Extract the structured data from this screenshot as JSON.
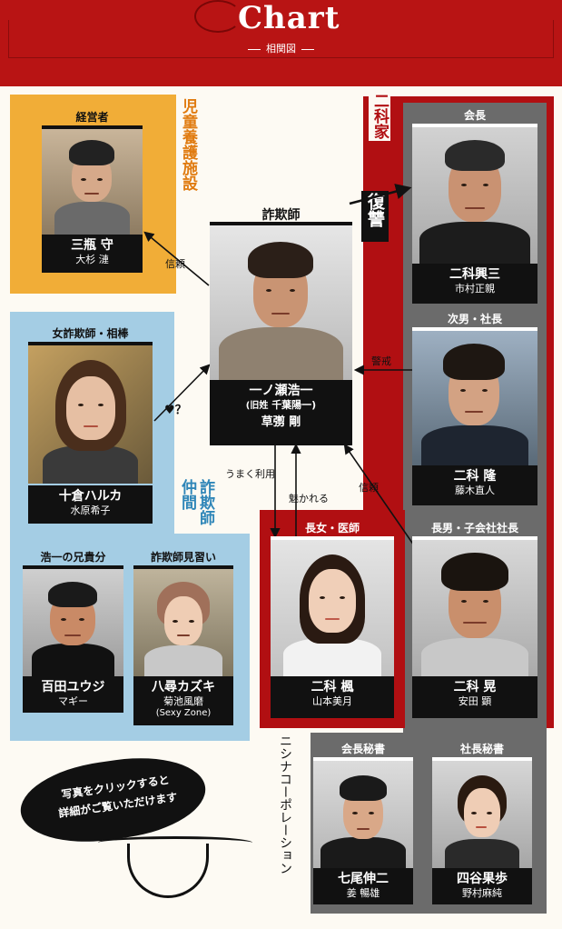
{
  "header": {
    "title": "Chart",
    "subtitle": "相関図"
  },
  "labels": {
    "shelter": "児童養護施設",
    "fraud_group": "詐欺師仲間",
    "nishina_family": "二科家",
    "corporation": "ニシナコーポレーション",
    "revenge": "復讐"
  },
  "relations": {
    "trust_to_mikame": "信頼",
    "love_question": "♥？",
    "caution": "警戒",
    "use_well": "うまく利用",
    "attracted": "魅かれる",
    "trust_from_akira": "信頼"
  },
  "characters": {
    "mikame": {
      "role": "経営者",
      "name": "三瓶 守",
      "actor": "大杉 漣"
    },
    "kouichi": {
      "role": "詐欺師",
      "name": "一ノ瀬浩一",
      "former_prefix": "(旧姓",
      "former_name": "千葉陽一)",
      "actor": "草彅 剛"
    },
    "haruka": {
      "role": "女詐欺師・相棒",
      "name": "十倉ハルカ",
      "actor": "水原希子"
    },
    "momota": {
      "role": "浩一の兄貴分",
      "name": "百田ユウジ",
      "actor": "マギー"
    },
    "yahiro": {
      "role": "詐欺師見習い",
      "name": "八尋カズキ",
      "actor": "菊池風磨",
      "actor_note": "(Sexy Zone)"
    },
    "kozo": {
      "role": "会長",
      "name": "二科興三",
      "actor": "市村正親"
    },
    "takashi": {
      "role": "次男・社長",
      "name": "二科 隆",
      "actor": "藤木直人"
    },
    "kaede": {
      "role": "長女・医師",
      "name": "二科 楓",
      "actor": "山本美月"
    },
    "akira": {
      "role": "長男・子会社社長",
      "name": "二科 晃",
      "actor": "安田 顕"
    },
    "nanao": {
      "role": "会長秘書",
      "name": "七尾伸二",
      "actor": "姜 暢雄"
    },
    "yotsuya": {
      "role": "社長秘書",
      "name": "四谷果歩",
      "actor": "野村麻純"
    }
  },
  "bubble": {
    "line1": "写真をクリックすると",
    "line2": "詳細がご覧いただけます"
  },
  "colors": {
    "header_red": "#b81414",
    "shelter_orange": "#f1ad37",
    "fraud_blue": "#a4cde4",
    "nishina_red": "#b10f12",
    "corp_gray": "#6b6b6b",
    "shelter_label": "#e07b10",
    "fraud_label": "#2f86b8"
  }
}
